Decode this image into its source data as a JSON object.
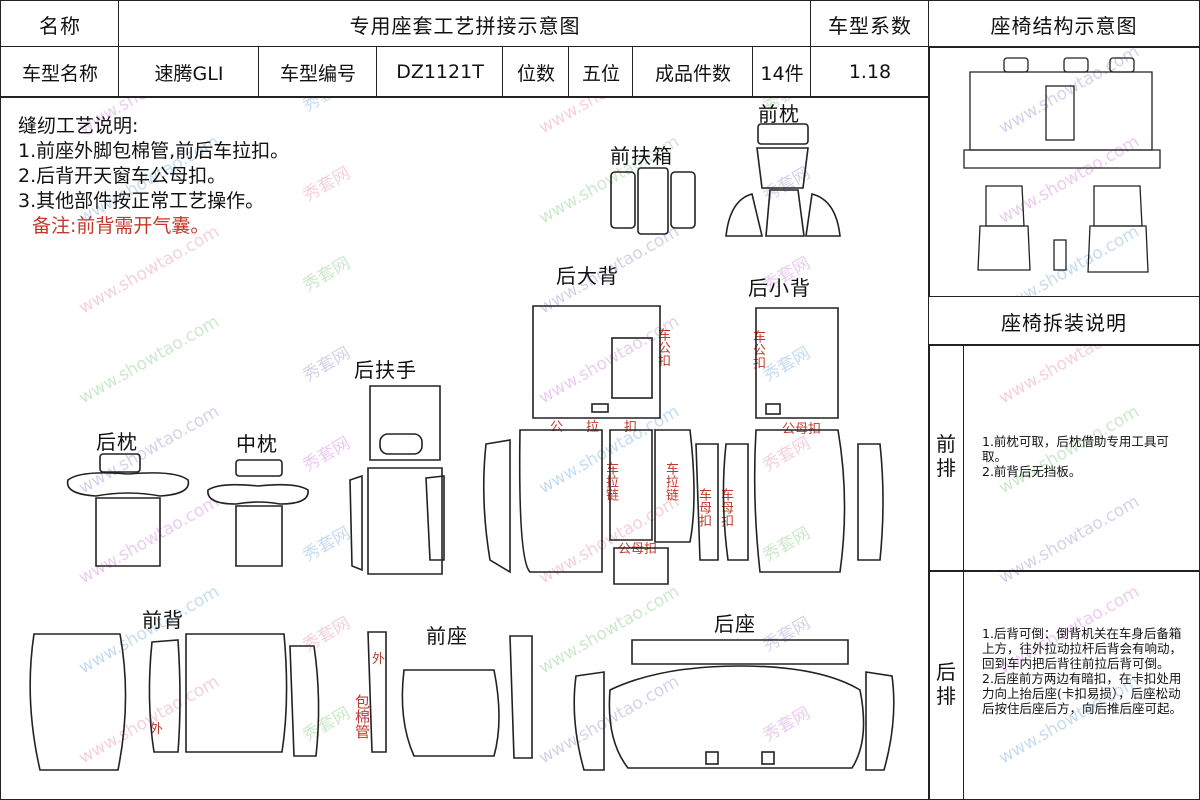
{
  "header": {
    "name_label": "名称",
    "title": "专用座套工艺拼接示意图",
    "coef_label": "车型系数",
    "structure_title": "座椅结构示意图"
  },
  "info_row": {
    "model_name_label": "车型名称",
    "model_name": "速腾GLI",
    "model_code_label": "车型编号",
    "model_code": "DZ1121T",
    "seats_label": "位数",
    "seats": "五位",
    "pieces_label": "成品件数",
    "pieces": "14件",
    "coef": "1.18"
  },
  "sewing_notes": {
    "title": "缝纫工艺说明:",
    "lines": [
      "1.前座外脚包棉管,前后车拉扣。",
      "2.后背开天窗车公母扣。",
      "3.其他部件按正常工艺操作。"
    ],
    "remark": "备注:前背需开气囊。"
  },
  "part_labels": {
    "front_armrest_box": "前扶箱",
    "front_pillow": "前枕",
    "rear_big_back": "后大背",
    "rear_small_back": "后小背",
    "rear_armrest": "后扶手",
    "rear_pillow": "后枕",
    "middle_pillow": "中枕",
    "front_back": "前背",
    "front_seat": "前座",
    "rear_seat": "后座"
  },
  "annotations": {
    "male_female_snap": "车公扣",
    "male": "公",
    "zipper_tab": "拉",
    "snap": "扣",
    "male_female_buckle": "公母扣",
    "car_zipper": "车拉链",
    "car_female_snap": "车母扣",
    "outer": "外",
    "wrap_cotton_tube": "包棉管"
  },
  "disassembly": {
    "title": "座椅拆装说明",
    "front_label": "前排",
    "front_text": [
      "1.前枕可取，后枕借助专用工具可取。",
      "2.前背后无挡板。"
    ],
    "rear_label": "后排",
    "rear_text": [
      "1.后背可倒：倒背机关在车身后备箱上方，往外拉动拉杆后背会有响动，回到车内把后背往前拉后背可倒。",
      "2.后座前方两边有暗扣，在卡扣处用力向上抬后座(卡扣易损），后座松动后按住后座后方，向后推后座可起。"
    ]
  },
  "watermark": [
    "秀套网",
    "www.showtao.com"
  ]
}
